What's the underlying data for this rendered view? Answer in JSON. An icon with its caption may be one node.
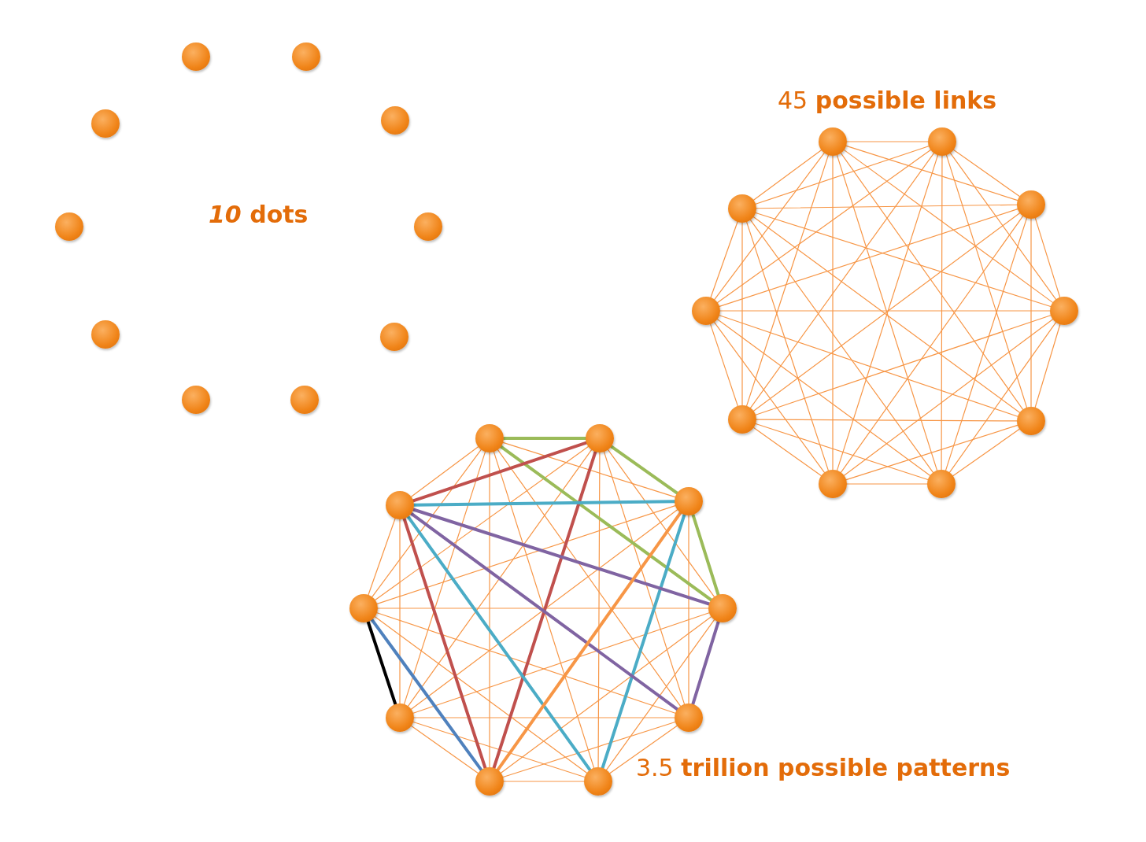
{
  "diagram": {
    "nodes": [
      {
        "text": [],
        "shape": "circle"
      },
      {
        "text": [],
        "shape": "circle"
      },
      {
        "text": [],
        "shape": "circle"
      },
      {
        "text": [],
        "shape": "circle"
      },
      {
        "text": [],
        "shape": "circle"
      },
      {
        "text": [],
        "shape": "circle"
      },
      {
        "text": [],
        "shape": "circle"
      },
      {
        "text": [],
        "shape": "circle"
      },
      {
        "text": [],
        "shape": "circle"
      },
      {
        "text": [],
        "shape": "circle"
      },
      {
        "text": [],
        "shape": "circle"
      },
      {
        "text": [],
        "shape": "circle"
      },
      {
        "text": [],
        "shape": "circle"
      },
      {
        "text": [],
        "shape": "circle"
      },
      {
        "text": [],
        "shape": "circle"
      },
      {
        "text": [],
        "shape": "circle"
      },
      {
        "text": [],
        "shape": "circle"
      },
      {
        "text": [],
        "shape": "circle"
      },
      {
        "text": [],
        "shape": "circle"
      },
      {
        "text": [],
        "shape": "circle"
      },
      {
        "text": [],
        "shape": "circle"
      },
      {
        "text": [],
        "shape": "circle"
      },
      {
        "text": [],
        "shape": "circle"
      },
      {
        "text": [],
        "shape": "circle"
      },
      {
        "text": [],
        "shape": "circle"
      },
      {
        "text": [],
        "shape": "circle"
      },
      {
        "text": [],
        "shape": "circle"
      },
      {
        "text": [],
        "shape": "circle"
      },
      {
        "text": [],
        "shape": "circle"
      },
      {
        "text": [],
        "shape": "circle"
      }
    ],
    "edges": [
      {
        "from": 10,
        "to": 11,
        "arrow": "none"
      },
      {
        "from": 10,
        "to": 12,
        "arrow": "none"
      },
      {
        "from": 10,
        "to": 13,
        "arrow": "none"
      },
      {
        "from": 10,
        "to": 14,
        "arrow": "none"
      },
      {
        "from": 10,
        "to": 15,
        "arrow": "none"
      },
      {
        "from": 10,
        "to": 16,
        "arrow": "none"
      },
      {
        "from": 10,
        "to": 17,
        "arrow": "none"
      },
      {
        "from": 10,
        "to": 18,
        "arrow": "none"
      },
      {
        "from": 10,
        "to": 19,
        "arrow": "none"
      },
      {
        "from": 11,
        "to": 12,
        "arrow": "none"
      },
      {
        "from": 11,
        "to": 13,
        "arrow": "none"
      },
      {
        "from": 11,
        "to": 14,
        "arrow": "none"
      },
      {
        "from": 11,
        "to": 15,
        "arrow": "none"
      },
      {
        "from": 11,
        "to": 16,
        "arrow": "none"
      },
      {
        "from": 11,
        "to": 17,
        "arrow": "none"
      },
      {
        "from": 11,
        "to": 18,
        "arrow": "none"
      },
      {
        "from": 11,
        "to": 19,
        "arrow": "none"
      },
      {
        "from": 12,
        "to": 13,
        "arrow": "none"
      },
      {
        "from": 12,
        "to": 14,
        "arrow": "none"
      },
      {
        "from": 12,
        "to": 15,
        "arrow": "none"
      },
      {
        "from": 12,
        "to": 16,
        "arrow": "none"
      },
      {
        "from": 12,
        "to": 17,
        "arrow": "none"
      },
      {
        "from": 12,
        "to": 18,
        "arrow": "none"
      },
      {
        "from": 12,
        "to": 19,
        "arrow": "none"
      },
      {
        "from": 13,
        "to": 14,
        "arrow": "none"
      },
      {
        "from": 13,
        "to": 15,
        "arrow": "none"
      },
      {
        "from": 13,
        "to": 16,
        "arrow": "none"
      },
      {
        "from": 13,
        "to": 17,
        "arrow": "none"
      },
      {
        "from": 13,
        "to": 18,
        "arrow": "none"
      },
      {
        "from": 13,
        "to": 19,
        "arrow": "none"
      },
      {
        "from": 14,
        "to": 15,
        "arrow": "none"
      },
      {
        "from": 14,
        "to": 16,
        "arrow": "none"
      },
      {
        "from": 14,
        "to": 17,
        "arrow": "none"
      },
      {
        "from": 14,
        "to": 18,
        "arrow": "none"
      },
      {
        "from": 14,
        "to": 19,
        "arrow": "none"
      },
      {
        "from": 15,
        "to": 16,
        "arrow": "none"
      },
      {
        "from": 15,
        "to": 17,
        "arrow": "none"
      },
      {
        "from": 15,
        "to": 18,
        "arrow": "none"
      },
      {
        "from": 15,
        "to": 19,
        "arrow": "none"
      },
      {
        "from": 16,
        "to": 17,
        "arrow": "none"
      },
      {
        "from": 16,
        "to": 18,
        "arrow": "none"
      },
      {
        "from": 16,
        "to": 19,
        "arrow": "none"
      },
      {
        "from": 17,
        "to": 18,
        "arrow": "none"
      },
      {
        "from": 17,
        "to": 19,
        "arrow": "none"
      },
      {
        "from": 18,
        "to": 19,
        "arrow": "none"
      },
      {
        "from": 20,
        "to": 22,
        "arrow": "none"
      },
      {
        "from": 20,
        "to": 24,
        "arrow": "none"
      },
      {
        "from": 20,
        "to": 25,
        "arrow": "none"
      },
      {
        "from": 20,
        "to": 26,
        "arrow": "none"
      },
      {
        "from": 20,
        "to": 27,
        "arrow": "none"
      },
      {
        "from": 20,
        "to": 28,
        "arrow": "none"
      },
      {
        "from": 20,
        "to": 29,
        "arrow": "none"
      },
      {
        "from": 21,
        "to": 23,
        "arrow": "none"
      },
      {
        "from": 21,
        "to": 24,
        "arrow": "none"
      },
      {
        "from": 21,
        "to": 25,
        "arrow": "none"
      },
      {
        "from": 21,
        "to": 27,
        "arrow": "none"
      },
      {
        "from": 21,
        "to": 28,
        "arrow": "none"
      },
      {
        "from": 22,
        "to": 24,
        "arrow": "none"
      },
      {
        "from": 22,
        "to": 27,
        "arrow": "none"
      },
      {
        "from": 22,
        "to": 28,
        "arrow": "none"
      },
      {
        "from": 23,
        "to": 25,
        "arrow": "none"
      },
      {
        "from": 23,
        "to": 26,
        "arrow": "none"
      },
      {
        "from": 23,
        "to": 27,
        "arrow": "none"
      },
      {
        "from": 23,
        "to": 28,
        "arrow": "none"
      },
      {
        "from": 24,
        "to": 25,
        "arrow": "none"
      },
      {
        "from": 24,
        "to": 26,
        "arrow": "none"
      },
      {
        "from": 24,
        "to": 27,
        "arrow": "none"
      },
      {
        "from": 24,
        "to": 28,
        "arrow": "none"
      },
      {
        "from": 25,
        "to": 26,
        "arrow": "none"
      },
      {
        "from": 25,
        "to": 27,
        "arrow": "none"
      },
      {
        "from": 25,
        "to": 28,
        "arrow": "none"
      },
      {
        "from": 26,
        "to": 27,
        "arrow": "none"
      },
      {
        "from": 27,
        "to": 29,
        "arrow": "none"
      },
      {
        "from": 28,
        "to": 29,
        "arrow": "none"
      },
      {
        "from": 20,
        "to": 21,
        "arrow": "none",
        "style": "thick",
        "color": "#9bbb59"
      },
      {
        "from": 21,
        "to": 22,
        "arrow": "none",
        "style": "thick",
        "color": "#9bbb59"
      },
      {
        "from": 20,
        "to": 23,
        "arrow": "none",
        "style": "thick",
        "color": "#9bbb59"
      },
      {
        "from": 22,
        "to": 23,
        "arrow": "none",
        "style": "thick",
        "color": "#9bbb59"
      },
      {
        "from": 29,
        "to": 21,
        "arrow": "none",
        "style": "thick",
        "color": "#c0504d"
      },
      {
        "from": 29,
        "to": 26,
        "arrow": "none",
        "style": "thick",
        "color": "#c0504d"
      },
      {
        "from": 21,
        "to": 26,
        "arrow": "none",
        "style": "thick",
        "color": "#c0504d"
      },
      {
        "from": 29,
        "to": 22,
        "arrow": "none",
        "style": "thick",
        "color": "#4bacc6"
      },
      {
        "from": 29,
        "to": 25,
        "arrow": "none",
        "style": "thick",
        "color": "#4bacc6"
      },
      {
        "from": 22,
        "to": 25,
        "arrow": "none",
        "style": "thick",
        "color": "#4bacc6"
      },
      {
        "from": 29,
        "to": 23,
        "arrow": "none",
        "style": "thick",
        "color": "#8064a2"
      },
      {
        "from": 29,
        "to": 24,
        "arrow": "none",
        "style": "thick",
        "color": "#8064a2"
      },
      {
        "from": 23,
        "to": 24,
        "arrow": "none",
        "style": "thick",
        "color": "#8064a2"
      },
      {
        "from": 22,
        "to": 26,
        "arrow": "none",
        "style": "thick"
      },
      {
        "from": 28,
        "to": 27,
        "arrow": "none",
        "style": "thick",
        "color": "#000000"
      },
      {
        "from": 28,
        "to": 26,
        "arrow": "none",
        "style": "thick",
        "color": "#4f81bd"
      }
    ],
    "labels": [
      "*10* dots",
      "45 **possible links**",
      "3.5 **trillion possible patterns**"
    ]
  }
}
